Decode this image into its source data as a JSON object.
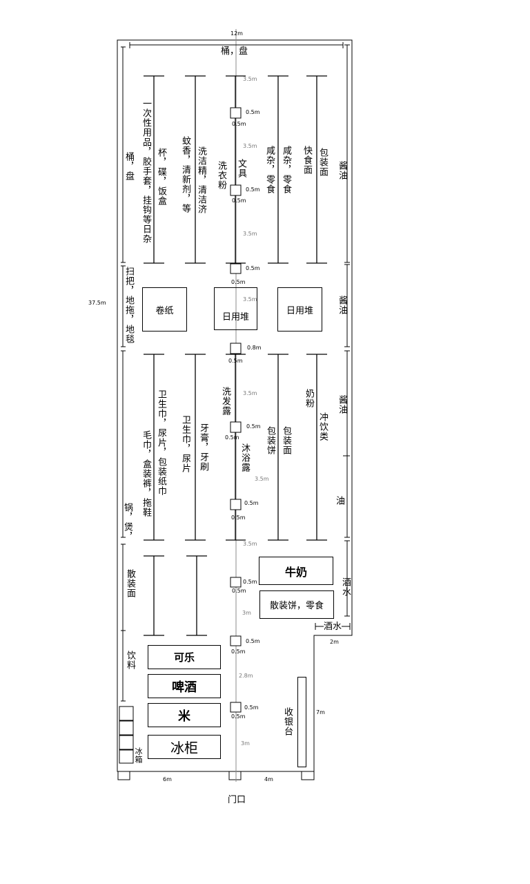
{
  "title_dims": {
    "width": "12m",
    "length": "37.5m",
    "bottom_left": "6m",
    "bottom_right": "4m",
    "notch_width": "2m",
    "notch_height": "7m",
    "door": "门口"
  },
  "perimeter": {
    "top": "桶，盘",
    "left_top": "桶，盘",
    "left_mid": "扫把，地拖，地毯",
    "left_low": "锅，煲，",
    "left_bulk": "散装面",
    "left_drink": "饮料",
    "fridge": "冰箱",
    "right_top": "酱油",
    "right_mid": "酱油",
    "right_low": "酱油",
    "right_oil": "油",
    "right_wine": "酒水",
    "notch_wine": "酒水"
  },
  "shelves_top": [
    "一次性用品，胶手套，挂钩等日杂",
    "杯，碟，饭盒",
    "蚊香，清新剂，等",
    "洗洁精，清洁济",
    "洗衣粉",
    "文具",
    "咸杂，零食",
    "咸杂，零食",
    "快食面",
    "包装面"
  ],
  "piles": [
    "卷纸",
    "日用堆",
    "日用堆"
  ],
  "shelves_mid": [
    "毛巾，盒装裤，拖鞋",
    "卫生巾，尿片，包装纸巾",
    "卫生巾，尿片",
    "牙膏，牙刷",
    "洗发露",
    "沐浴露",
    "包装饼",
    "包装面",
    "奶粉",
    "冲饮类"
  ],
  "counters": [
    "牛奶",
    "散装饼，零食",
    "可乐",
    "啤酒",
    "米",
    "冰柜",
    "收银台"
  ],
  "aisle_dims": {
    "d35": "3.5m",
    "d05": "0.5m",
    "d08": "0.8m",
    "d3": "3m",
    "d28": "2.8m"
  }
}
